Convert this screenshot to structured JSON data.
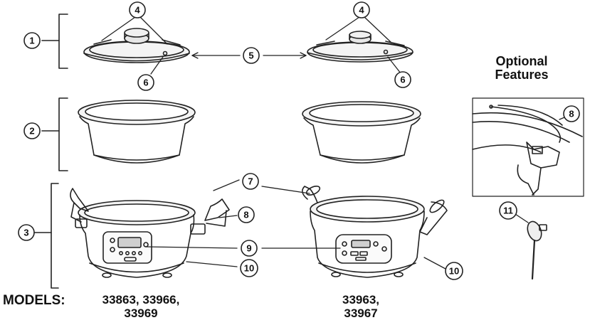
{
  "callouts": [
    "1",
    "2",
    "3",
    "4",
    "5",
    "6",
    "7",
    "8",
    "9",
    "10",
    "11"
  ],
  "models_label": "MODELS:",
  "models_a": [
    "33863, 33966,",
    "33969"
  ],
  "models_b": [
    "33963,",
    "33967"
  ],
  "optional_features": [
    "Optional",
    "Features"
  ]
}
